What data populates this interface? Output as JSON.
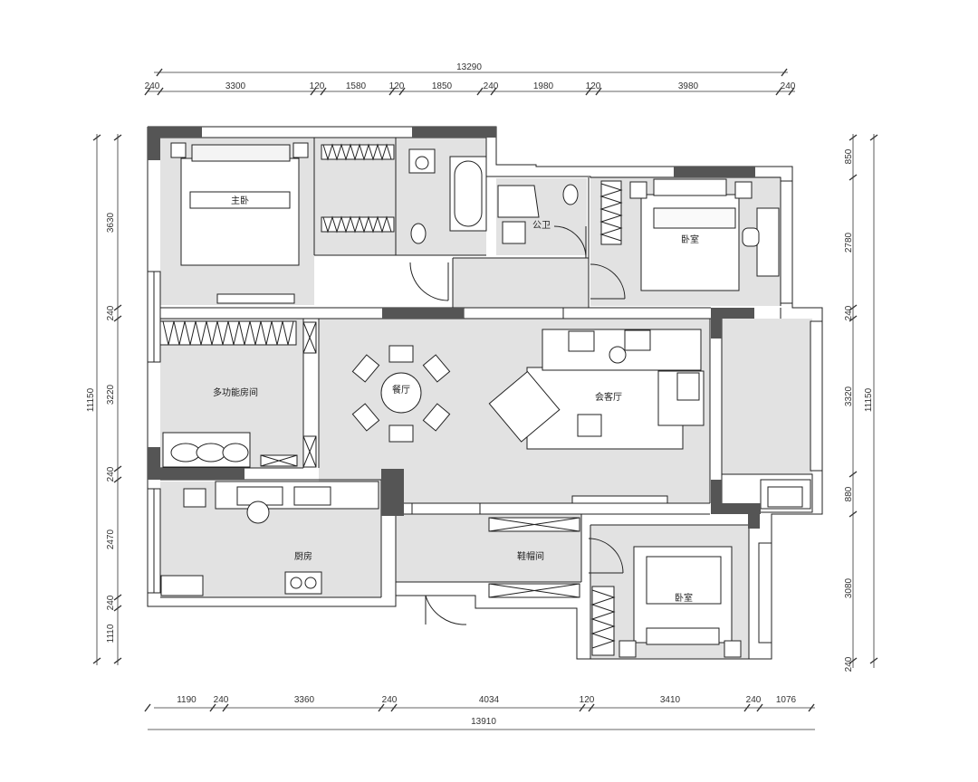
{
  "rooms": {
    "master_bedroom": "主卧",
    "public_bath": "公卫",
    "bedroom_ne": "卧室",
    "multi_room": "多功能房间",
    "dining": "餐厅",
    "living": "会客厅",
    "kitchen": "厨房",
    "shoe_room": "鞋帽间",
    "bedroom_se": "卧室"
  },
  "dims": {
    "top_total": "13290",
    "top": [
      "240",
      "3300",
      "120",
      "1580",
      "120",
      "1850",
      "240",
      "1980",
      "120",
      "3980",
      "240"
    ],
    "bottom_total": "13910",
    "bottom": [
      "1190",
      "240",
      "3360",
      "240",
      "4034",
      "120",
      "3410",
      "240",
      "1076"
    ],
    "left_total": "11150",
    "left": [
      "3630",
      "240",
      "3220",
      "240",
      "2470",
      "240",
      "1110"
    ],
    "right_total": "11150",
    "right": [
      "850",
      "2780",
      "240",
      "3320",
      "880",
      "3080",
      "240"
    ]
  },
  "colors": {
    "floor": "#e2e2e2",
    "wall": "#555555",
    "line": "#222222"
  }
}
